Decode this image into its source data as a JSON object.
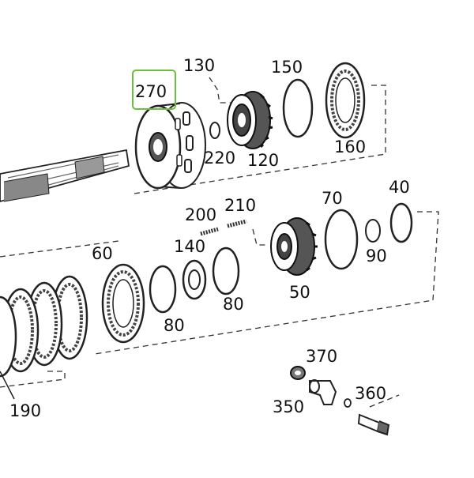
{
  "highlight": {
    "part": "270",
    "color": "#6bbf3a"
  },
  "labels": {
    "p270": "270",
    "p130": "130",
    "p150": "150",
    "p160": "160",
    "p220": "220",
    "p120": "120",
    "p200": "200",
    "p210": "210",
    "p70": "70",
    "p40": "40",
    "p60": "60",
    "p140": "140",
    "p80a": "80",
    "p80b": "80",
    "p50": "50",
    "p90": "90",
    "p190": "190",
    "p370": "370",
    "p350": "350",
    "p360": "360"
  },
  "icons": [
    "planet-carrier-icon",
    "shaft-icon",
    "gear-icon",
    "ring-icon",
    "clutch-pack-icon",
    "bolt-icon"
  ]
}
